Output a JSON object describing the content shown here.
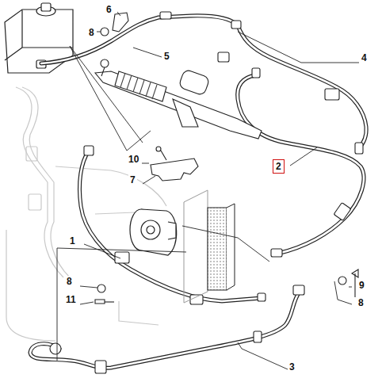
{
  "diagram": {
    "nodes": [
      {
        "text": [
          "2"
        ]
      }
    ],
    "labels": [
      "6",
      "8",
      "5",
      "4",
      "10",
      "7",
      "1",
      "8",
      "9",
      "11",
      "8",
      "3"
    ]
  }
}
